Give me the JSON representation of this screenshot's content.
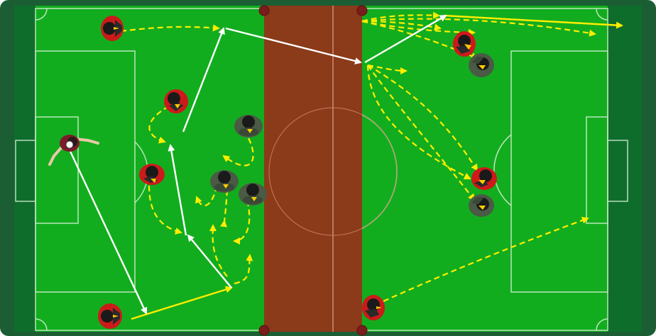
{
  "diagram": {
    "kind": "soccer tactics board",
    "colors": {
      "frame": "#1b5e33",
      "grass": "#12ad1e",
      "grass_edge": "#0f6d2c",
      "lines": "#d8f0d8",
      "center_strip": "#8b3a1a",
      "pass_arrow": "#ffffff",
      "run_arrow": "#ffee00",
      "player_shirt": "#cc1a1a",
      "opponent_shirt": "#4a5a44"
    },
    "players": [
      {
        "id": "keeper",
        "team": "keeper",
        "label": ""
      },
      {
        "id": "p1",
        "team": "red",
        "label": ""
      },
      {
        "id": "p2",
        "team": "red",
        "label": ""
      },
      {
        "id": "p3",
        "team": "red",
        "label": ""
      },
      {
        "id": "p4",
        "team": "red",
        "label": ""
      },
      {
        "id": "p5",
        "team": "red",
        "label": ""
      },
      {
        "id": "p6",
        "team": "red",
        "label": ""
      },
      {
        "id": "p7",
        "team": "red",
        "label": ""
      },
      {
        "id": "o1",
        "team": "grey",
        "label": ""
      },
      {
        "id": "o2",
        "team": "grey",
        "label": ""
      },
      {
        "id": "o3",
        "team": "grey",
        "label": ""
      },
      {
        "id": "o4",
        "team": "grey",
        "label": ""
      },
      {
        "id": "o5",
        "team": "grey",
        "label": ""
      }
    ],
    "arrow_types": [
      "pass",
      "run"
    ]
  }
}
